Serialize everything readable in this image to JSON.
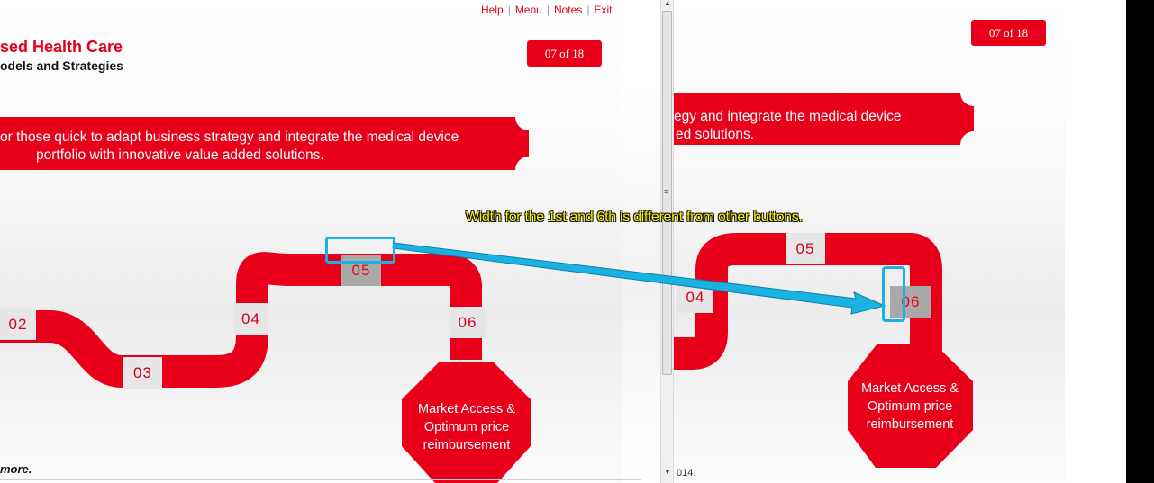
{
  "left_window": {
    "nav_links": [
      "Help",
      "Menu",
      "Notes",
      "Exit"
    ],
    "title_line1": "sed Health Care",
    "title_line2": "odels and Strategies",
    "page_counter": "07 of 18",
    "banner_line1": "or those quick to adapt business strategy and integrate the medical device",
    "banner_line2": "portfolio with innovative value added solutions.",
    "steps": [
      "02",
      "03",
      "04",
      "05",
      "06"
    ],
    "octagon_line1": "Market Access &",
    "octagon_line2": "Optimum price",
    "octagon_line3": "reimbursement",
    "footer_note": "more."
  },
  "right_window": {
    "page_counter": "07 of 18",
    "banner_line1": "egy and integrate the medical device",
    "banner_line2": "ed solutions.",
    "steps": [
      "04",
      "05",
      "06"
    ],
    "octagon_line1": "Market Access &",
    "octagon_line2": "Optimum price",
    "octagon_line3": "reimbursement",
    "copyright": "014."
  },
  "annotation": {
    "text": "Width for the 1st and 6th is different from other buttons.",
    "highlight_color": "#1ab2e3",
    "text_color": "#f3f000"
  },
  "colors": {
    "brand_red": "#e8001b",
    "step_bg": "#e6e6e6",
    "step_active_bg": "#a9a9a9"
  },
  "icons": {
    "scroll_up": "▲",
    "scroll_down": "▼",
    "scroll_grip": "≡"
  }
}
